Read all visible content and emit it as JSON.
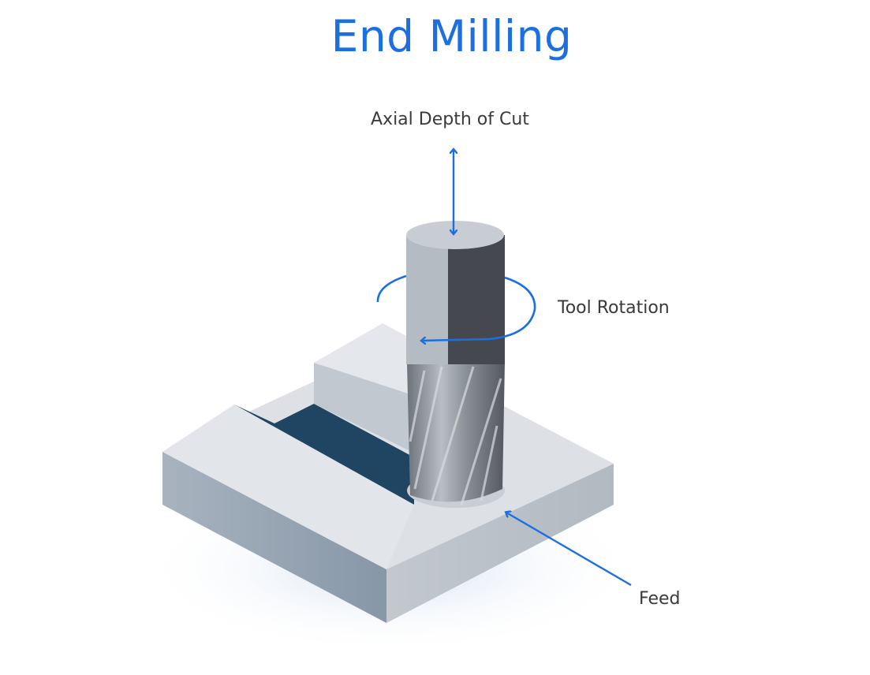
{
  "title": "End Milling",
  "labels": {
    "axial_depth": "Axial Depth of Cut",
    "tool_rotation": "Tool Rotation",
    "feed": "Feed"
  },
  "colors": {
    "accent": "#1c6fe0",
    "slot": "#1f4563",
    "label_text": "#3a3a3a"
  }
}
